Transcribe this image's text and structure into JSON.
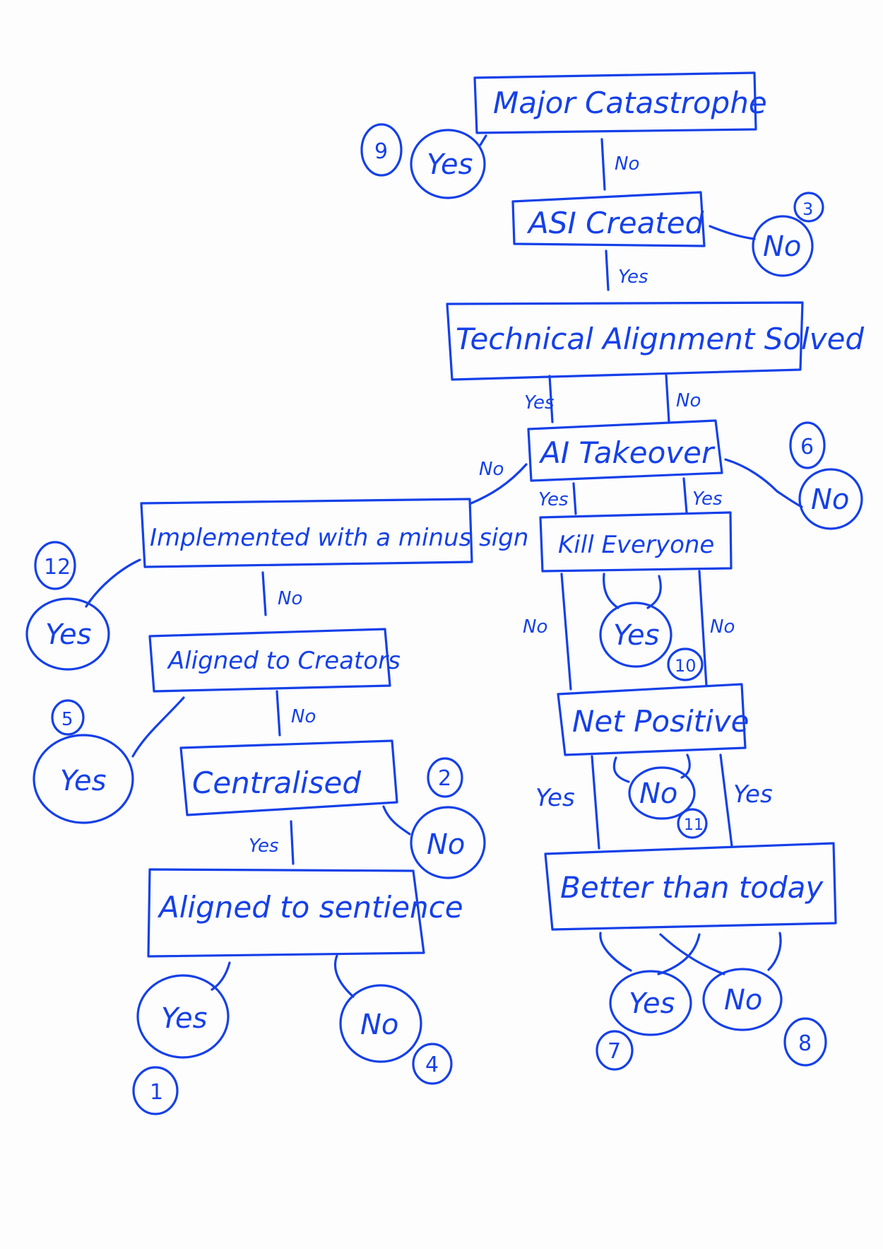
{
  "title": "AI outcomes decision tree",
  "colors": {
    "ink": "#1540e8",
    "paper": "#fdfdfe"
  },
  "nodes": {
    "major_catastrophe": "Major Catastrophe",
    "asi_created": "ASI Created",
    "technical_alignment": "Technical Alignment Solved",
    "ai_takeover": "AI Takeover",
    "kill_everyone": "Kill Everyone",
    "net_positive": "Net Positive",
    "better_than_today": "Better than today",
    "minus_sign": "Implemented with a minus sign",
    "aligned_creators": "Aligned to Creators",
    "centralised": "Centralised",
    "aligned_sentience": "Aligned to sentience"
  },
  "edges": {
    "catastrophe_no": "No",
    "asi_yes": "Yes",
    "tech_yes": "Yes",
    "tech_no": "No",
    "takeover_no_left": "No",
    "takeover_yes_left": "Yes",
    "takeover_yes_right": "Yes",
    "kill_no_left": "No",
    "kill_no_right": "No",
    "net_yes_left": "Yes",
    "net_yes_right": "Yes",
    "minus_no": "No",
    "creators_no": "No",
    "centralised_yes": "Yes"
  },
  "outcomes": [
    {
      "id": "o9",
      "label": "Yes",
      "number": "9"
    },
    {
      "id": "o3",
      "label": "No",
      "number": "3"
    },
    {
      "id": "o6",
      "label": "No",
      "number": "6"
    },
    {
      "id": "o10",
      "label": "Yes",
      "number": "10"
    },
    {
      "id": "o11",
      "label": "No",
      "number": "11"
    },
    {
      "id": "o7",
      "label": "Yes",
      "number": "7"
    },
    {
      "id": "o8",
      "label": "No",
      "number": "8"
    },
    {
      "id": "o12",
      "label": "Yes",
      "number": "12"
    },
    {
      "id": "o5",
      "label": "Yes",
      "number": "5"
    },
    {
      "id": "o2",
      "label": "No",
      "number": "2"
    },
    {
      "id": "o1",
      "label": "Yes",
      "number": "1"
    },
    {
      "id": "o4",
      "label": "No",
      "number": "4"
    }
  ]
}
